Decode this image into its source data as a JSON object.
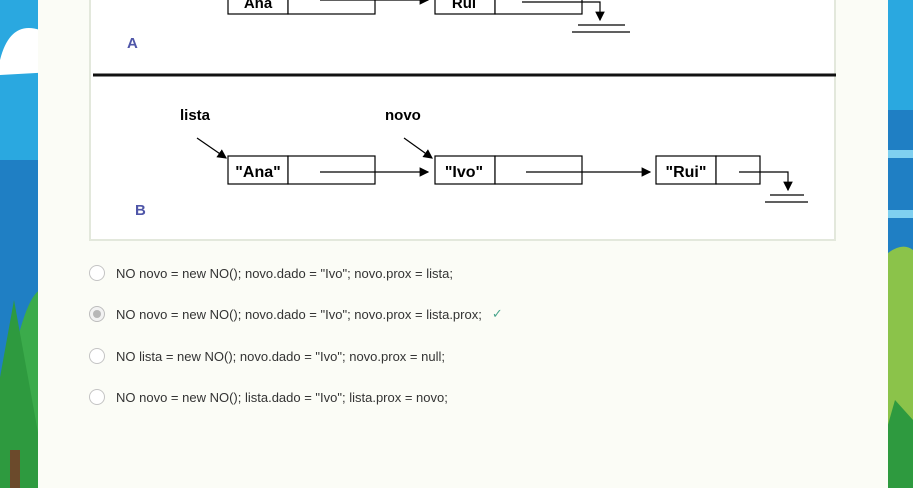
{
  "figure": {
    "part_a": {
      "label": "A",
      "nodes": [
        "Ana",
        "Rui"
      ]
    },
    "part_b": {
      "label": "B",
      "pointers": [
        "lista",
        "novo"
      ],
      "nodes": [
        "\"Ana\"",
        "\"Ivo\"",
        "\"Rui\""
      ]
    }
  },
  "options": [
    {
      "text": "NO novo = new NO(); novo.dado = \"Ivo\"; novo.prox = lista;",
      "selected": false
    },
    {
      "text": "NO novo = new NO(); novo.dado = \"Ivo\"; novo.prox = lista.prox;",
      "selected": true,
      "correct_mark": "✓"
    },
    {
      "text": "NO lista = new NO(); novo.dado = \"Ivo\"; novo.prox = null;",
      "selected": false
    },
    {
      "text": "NO novo = new NO(); lista.dado = \"Ivo\"; lista.prox = novo;",
      "selected": false
    }
  ],
  "colors": {
    "sky": "#2aa8e0",
    "panel": "#fbfcf6",
    "accent_label": "#4f56a8",
    "check": "#4aa58d"
  }
}
